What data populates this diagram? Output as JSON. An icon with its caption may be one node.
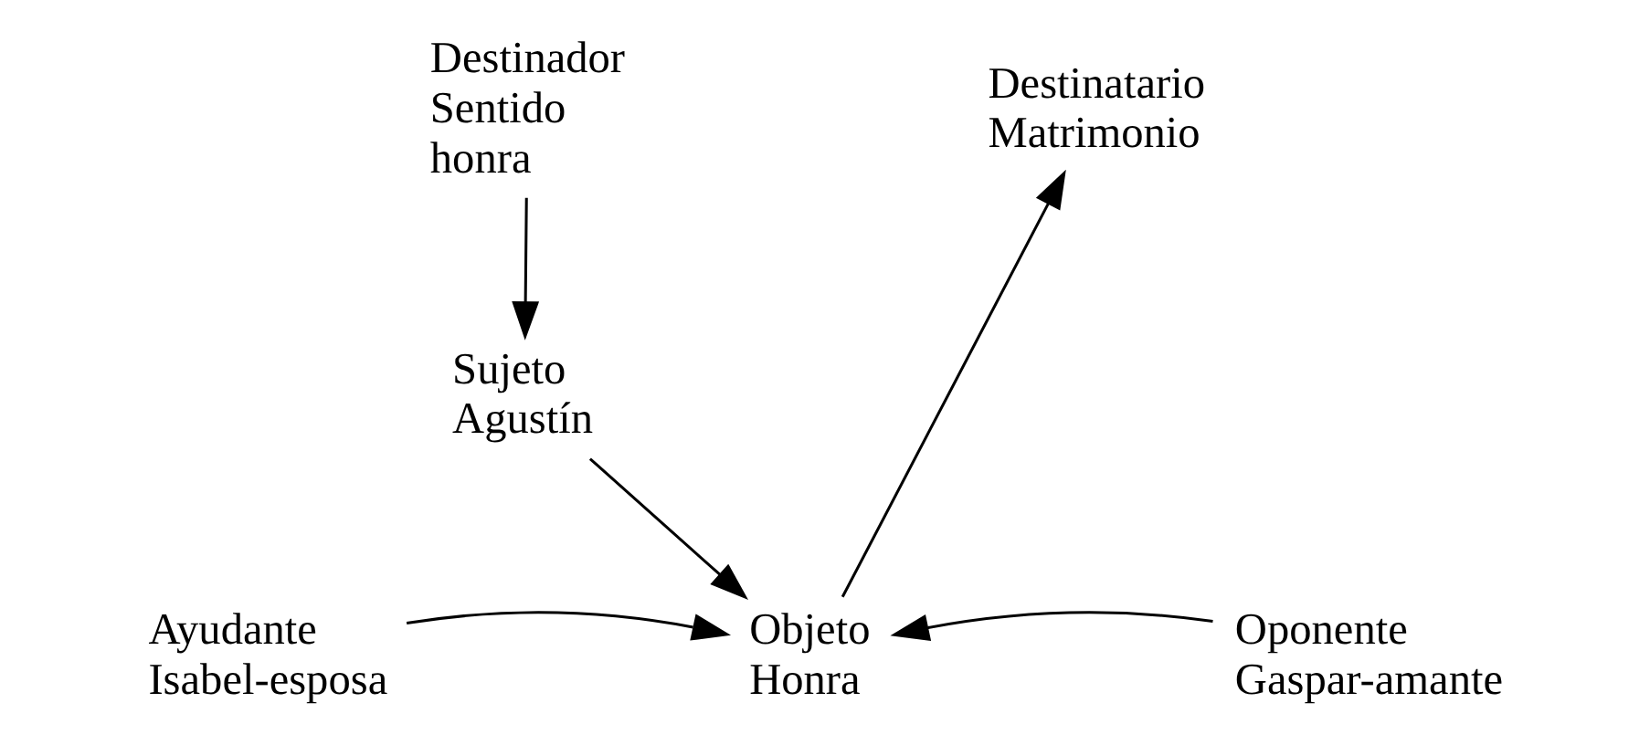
{
  "diagram": {
    "nodes": [
      {
        "text": [
          "Destinador",
          "Sentido",
          "honra"
        ]
      },
      {
        "text": [
          "Destinatario",
          "Matrimonio"
        ]
      },
      {
        "text": [
          "Sujeto",
          "Agustín"
        ]
      },
      {
        "text": [
          "Ayudante",
          "Isabel-esposa"
        ]
      },
      {
        "text": [
          "Objeto",
          "Honra"
        ]
      },
      {
        "text": [
          "Oponente",
          "Gaspar-amante"
        ]
      }
    ],
    "edges": [
      {
        "from": 0,
        "to": 2,
        "arrow": "to"
      },
      {
        "from": 2,
        "to": 4,
        "arrow": "to"
      },
      {
        "from": 4,
        "to": 1,
        "arrow": "to"
      },
      {
        "from": 3,
        "to": 4,
        "arrow": "to"
      },
      {
        "from": 5,
        "to": 4,
        "arrow": "to"
      }
    ]
  }
}
